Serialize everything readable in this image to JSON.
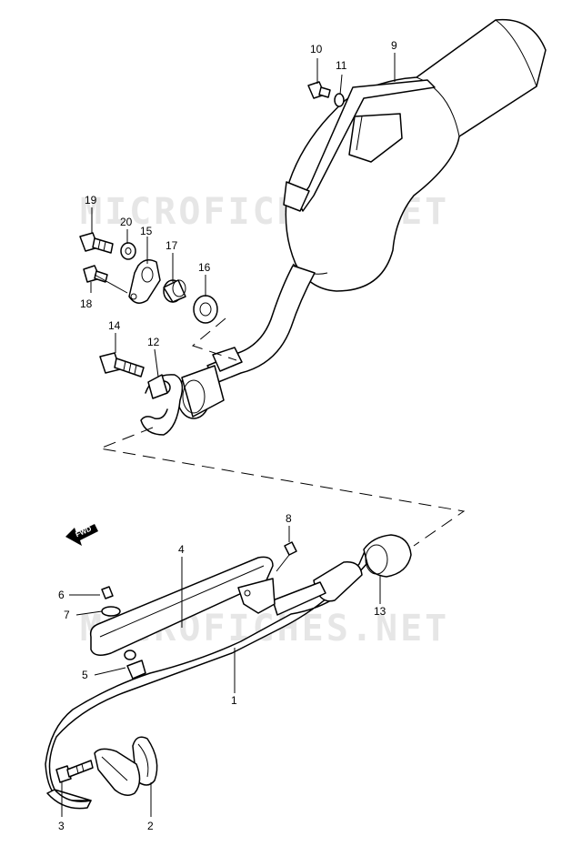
{
  "watermark": {
    "text": "MICROFICHES.NET"
  },
  "fwd_label": "FWD",
  "callouts": {
    "p1": "1",
    "p2": "2",
    "p3": "3",
    "p4": "4",
    "p5": "5",
    "p6": "6",
    "p7": "7",
    "p8": "8",
    "p9": "9",
    "p10": "10",
    "p11": "11",
    "p12": "12",
    "p13": "13",
    "p14": "14",
    "p15": "15",
    "p16": "16",
    "p17": "17",
    "p18": "18",
    "p19": "19",
    "p20": "20"
  },
  "colors": {
    "line": "#000000",
    "watermark": "#e6e6e6",
    "background": "#ffffff"
  }
}
